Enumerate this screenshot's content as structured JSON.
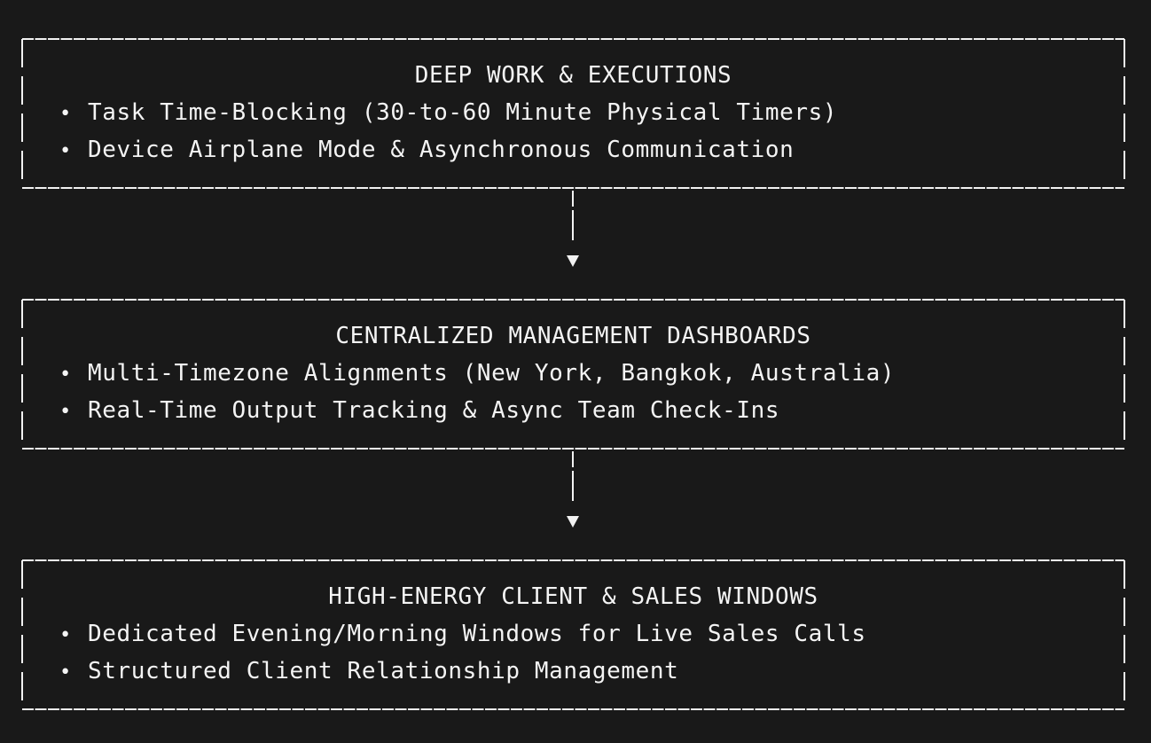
{
  "blocks": [
    {
      "title": "DEEP WORK & EXECUTIONS",
      "bullets": [
        "Task Time-Blocking (30-to-60 Minute Physical Timers)",
        "Device Airplane Mode & Asynchronous Communication"
      ]
    },
    {
      "title": "CENTRALIZED MANAGEMENT DASHBOARDS",
      "bullets": [
        "Multi-Timezone Alignments (New York, Bangkok, Australia)",
        "Real-Time Output Tracking & Async Team Check-Ins"
      ]
    },
    {
      "title": "HIGH-ENERGY CLIENT & SALES WINDOWS",
      "bullets": [
        "Dedicated Evening/Morning Windows for Live Sales Calls",
        "Structured Client Relationship Management"
      ]
    }
  ],
  "bullet_symbol": "•",
  "colors": {
    "background": "#191919",
    "foreground": "#f2f2f2"
  }
}
